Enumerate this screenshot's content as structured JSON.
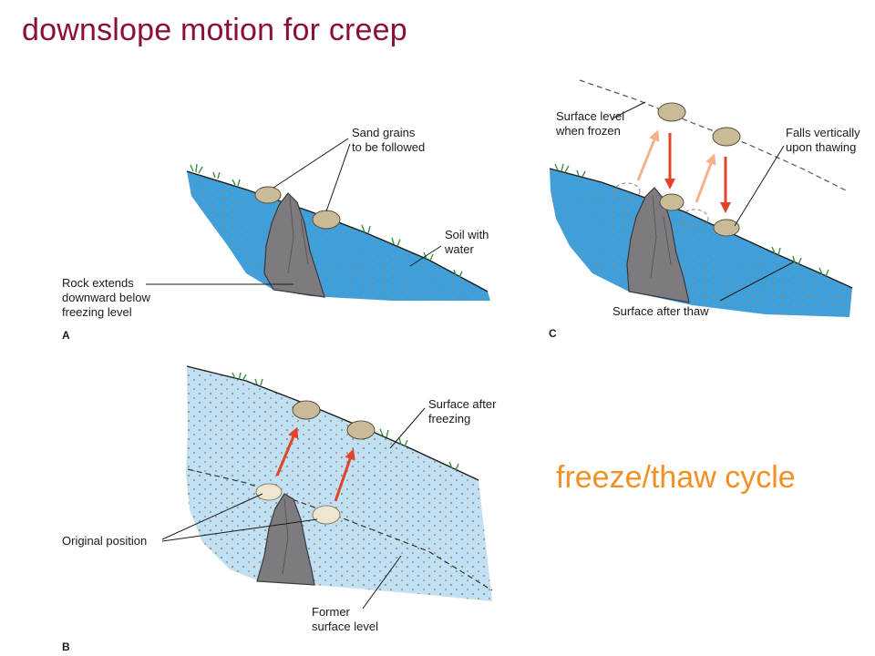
{
  "slide": {
    "title": "downslope motion for creep",
    "subtitle": "freeze/thaw  cycle"
  },
  "colors": {
    "title": "#8b0f3d",
    "subtitle": "#f39025",
    "soil_wet": "#3c9fde",
    "soil_frozen": "#bfe0f5",
    "rock": "#7d7a80",
    "grain": "#c9ba98",
    "arrow_red": "#e0452a",
    "arrow_pale": "#f4b18a"
  },
  "panels": {
    "a": {
      "letter": "A",
      "labels": {
        "sand_grains": [
          "Sand grains",
          "to be followed"
        ],
        "soil_water": [
          "Soil with",
          "water"
        ],
        "rock": [
          "Rock extends",
          "downward below",
          "freezing level"
        ]
      }
    },
    "b": {
      "letter": "B",
      "labels": {
        "surface_after_freezing": [
          "Surface after",
          "freezing"
        ],
        "original_position": [
          "Original position"
        ],
        "former_surface": [
          "Former",
          "surface level"
        ]
      }
    },
    "c": {
      "letter": "C",
      "labels": {
        "surface_frozen": [
          "Surface level",
          "when frozen"
        ],
        "falls_vertically": [
          "Falls vertically",
          "upon thawing"
        ],
        "surface_after_thaw": [
          "Surface after thaw"
        ]
      }
    }
  }
}
